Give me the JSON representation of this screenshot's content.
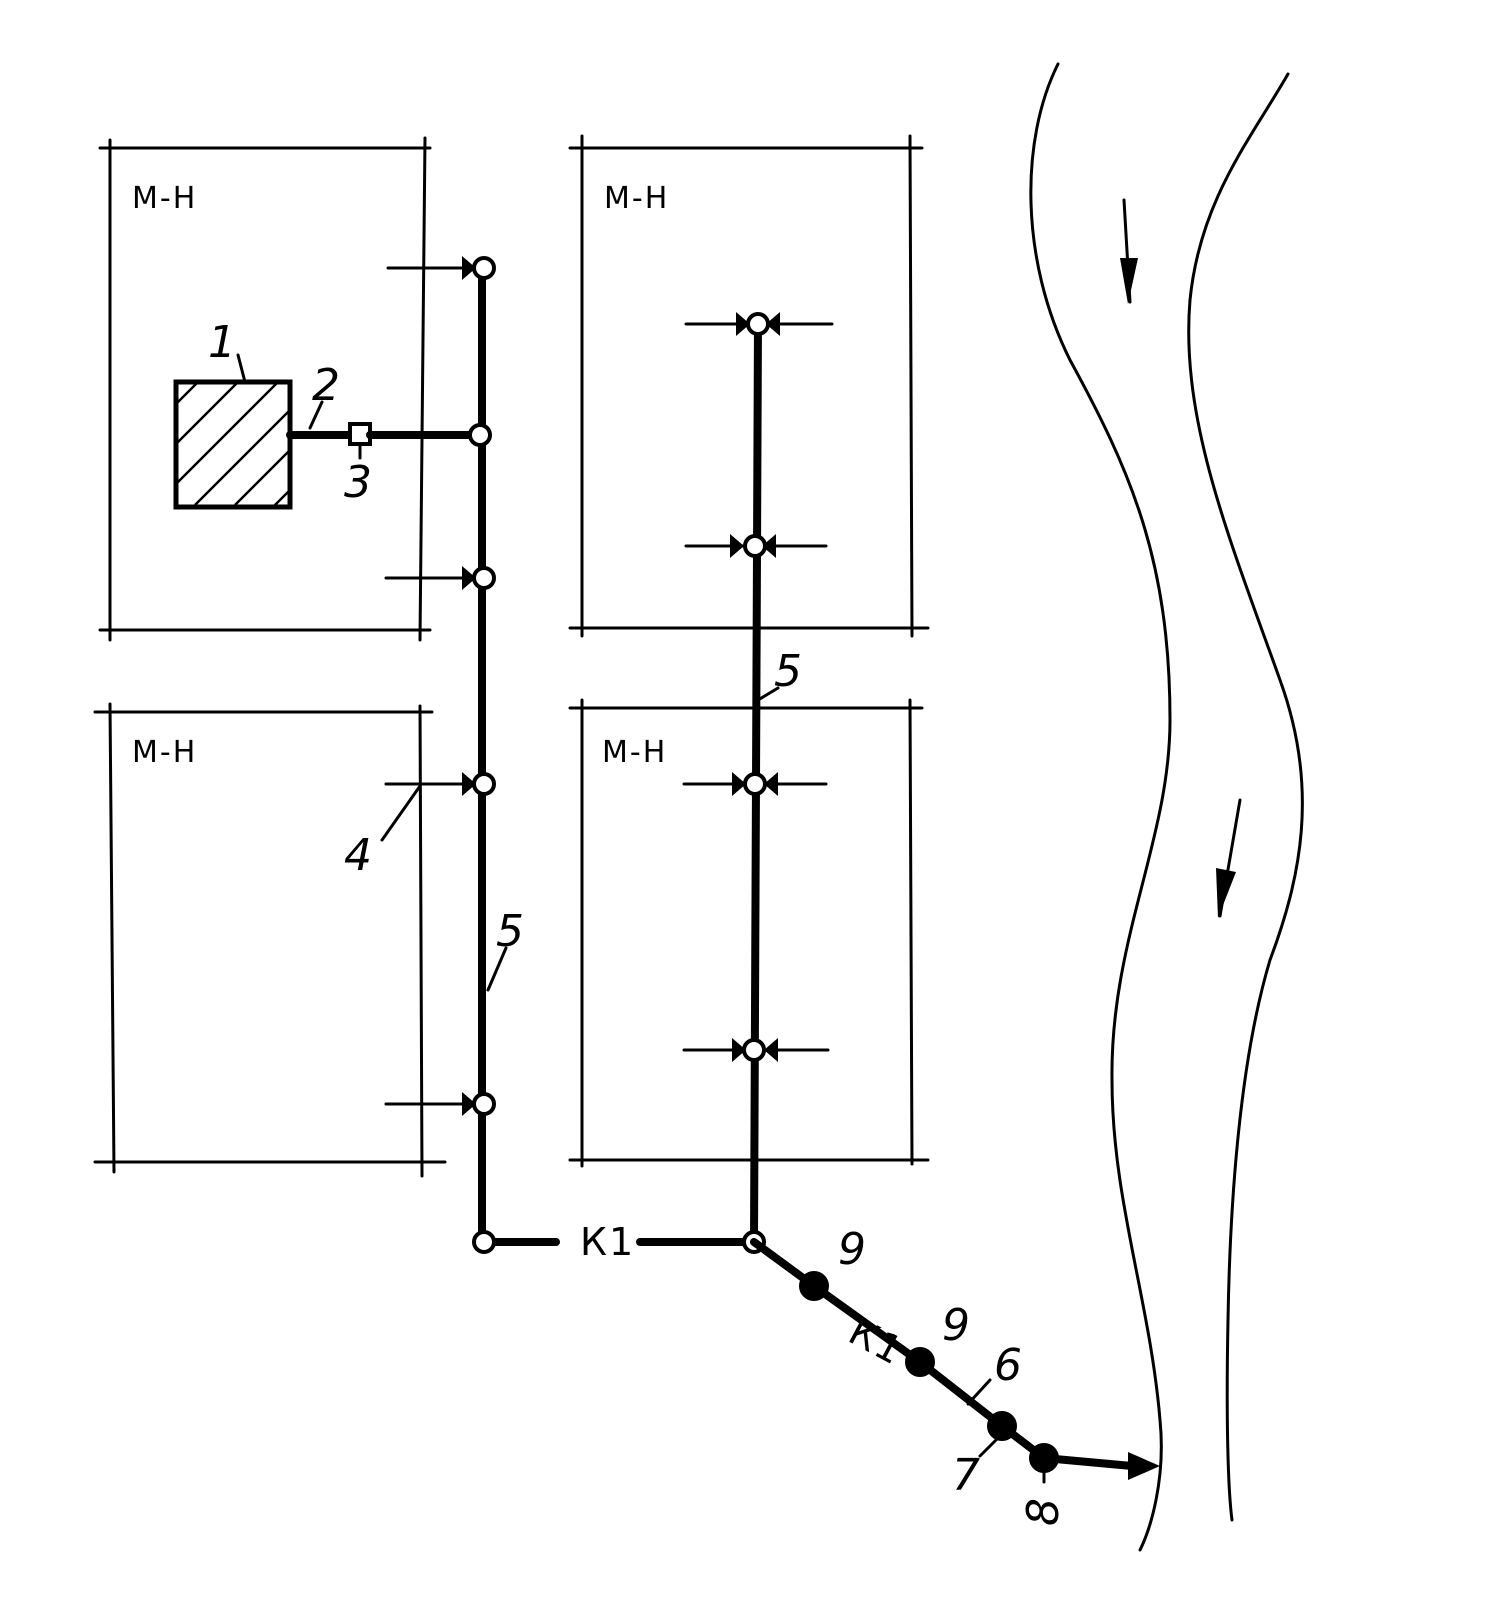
{
  "plots": [
    {
      "label": "М-Н"
    },
    {
      "label": "М-Н"
    },
    {
      "label": "М-Н"
    },
    {
      "label": "М-Н"
    }
  ],
  "callouts": {
    "n1": "1",
    "n2": "2",
    "n3": "3",
    "n4": "4",
    "n5a": "5",
    "n5b": "5",
    "n6": "6",
    "n7": "7",
    "n8": "8",
    "n9a": "9",
    "n9b": "9"
  },
  "pipes": {
    "k1_main": "К1",
    "k1_outfall": "К1"
  },
  "colors": {
    "line": "#000000",
    "background": "#ffffff"
  }
}
